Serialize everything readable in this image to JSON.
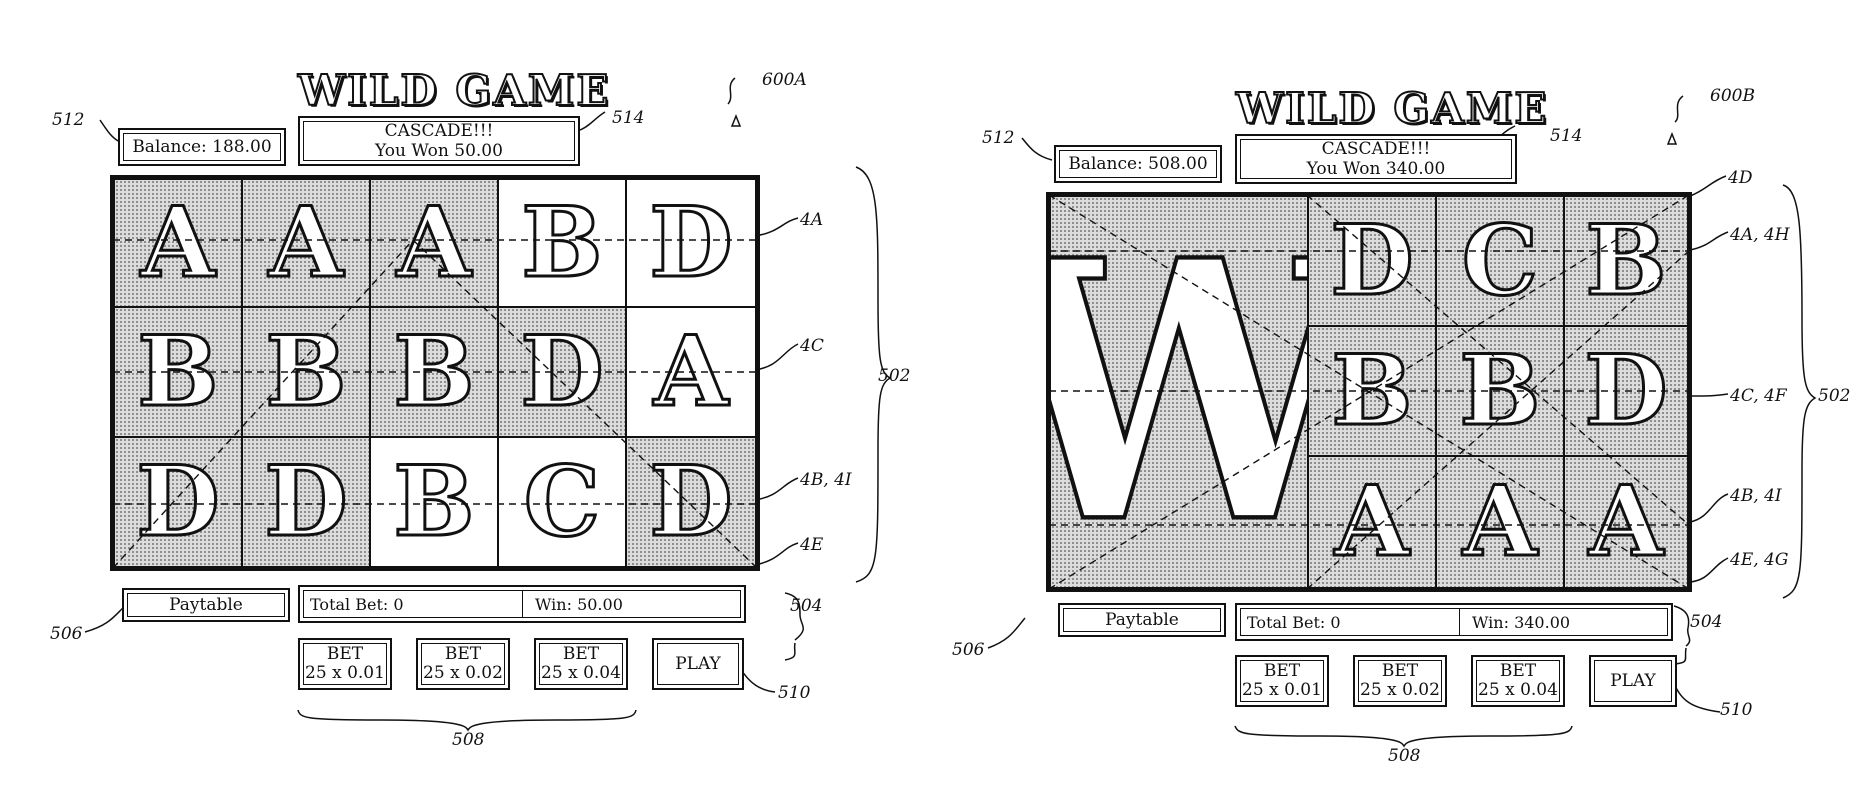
{
  "panels": [
    {
      "id": "600A",
      "title": "WILD GAME",
      "balance_text": "Balance:  188.00",
      "message_line1": "CASCADE!!!",
      "message_line2": "You Won 50.00",
      "paytable_label": "Paytable",
      "total_bet_text": "Total Bet: 0",
      "win_text": "Win:  50.00",
      "bet_buttons": [
        {
          "line1": "BET",
          "line2": "25 x 0.01"
        },
        {
          "line1": "BET",
          "line2": "25 x 0.02"
        },
        {
          "line1": "BET",
          "line2": "25 x 0.04"
        }
      ],
      "play_label": "PLAY",
      "grid": {
        "rows": [
          [
            {
              "symbol": "A",
              "state": "win"
            },
            {
              "symbol": "A",
              "state": "win"
            },
            {
              "symbol": "A",
              "state": "win"
            },
            {
              "symbol": "B",
              "state": "plain"
            },
            {
              "symbol": "D",
              "state": "plain"
            }
          ],
          [
            {
              "symbol": "B",
              "state": "win"
            },
            {
              "symbol": "B",
              "state": "win"
            },
            {
              "symbol": "B",
              "state": "win"
            },
            {
              "symbol": "D",
              "state": "win"
            },
            {
              "symbol": "A",
              "state": "plain"
            }
          ],
          [
            {
              "symbol": "D",
              "state": "win"
            },
            {
              "symbol": "D",
              "state": "win"
            },
            {
              "symbol": "B",
              "state": "plain"
            },
            {
              "symbol": "C",
              "state": "plain"
            },
            {
              "symbol": "D",
              "state": "win"
            }
          ]
        ]
      },
      "line_labels": [
        "4A",
        "4C",
        "4B, 4I",
        "4E"
      ],
      "refs": {
        "balance": "512",
        "message": "514",
        "panel": "600A",
        "grid": "502",
        "status": "504",
        "paytable": "506",
        "bets": "508",
        "play": "510"
      }
    },
    {
      "id": "600B",
      "title": "WILD GAME",
      "balance_text": "Balance:  508.00",
      "message_line1": "CASCADE!!!",
      "message_line2": "You Won 340.00",
      "paytable_label": "Paytable",
      "total_bet_text": "Total Bet: 0",
      "win_text": "Win:  340.00",
      "bet_buttons": [
        {
          "line1": "BET",
          "line2": "25 x 0.01"
        },
        {
          "line1": "BET",
          "line2": "25 x 0.02"
        },
        {
          "line1": "BET",
          "line2": "25 x 0.04"
        }
      ],
      "play_label": "PLAY",
      "wild_symbol": "W",
      "grid": {
        "rows": [
          [
            {
              "symbol": "D",
              "state": "win"
            },
            {
              "symbol": "C",
              "state": "win"
            },
            {
              "symbol": "B",
              "state": "win"
            }
          ],
          [
            {
              "symbol": "B",
              "state": "win"
            },
            {
              "symbol": "B",
              "state": "win"
            },
            {
              "symbol": "D",
              "state": "win"
            }
          ],
          [
            {
              "symbol": "A",
              "state": "win"
            },
            {
              "symbol": "A",
              "state": "win"
            },
            {
              "symbol": "A",
              "state": "win"
            }
          ]
        ]
      },
      "line_labels": [
        "4D",
        "4A, 4H",
        "4C, 4F",
        "4B, 4I",
        "4E, 4G"
      ],
      "refs": {
        "balance": "512",
        "message": "514",
        "panel": "600B",
        "grid": "502",
        "status": "504",
        "paytable": "506",
        "bets": "508",
        "play": "510"
      }
    }
  ]
}
